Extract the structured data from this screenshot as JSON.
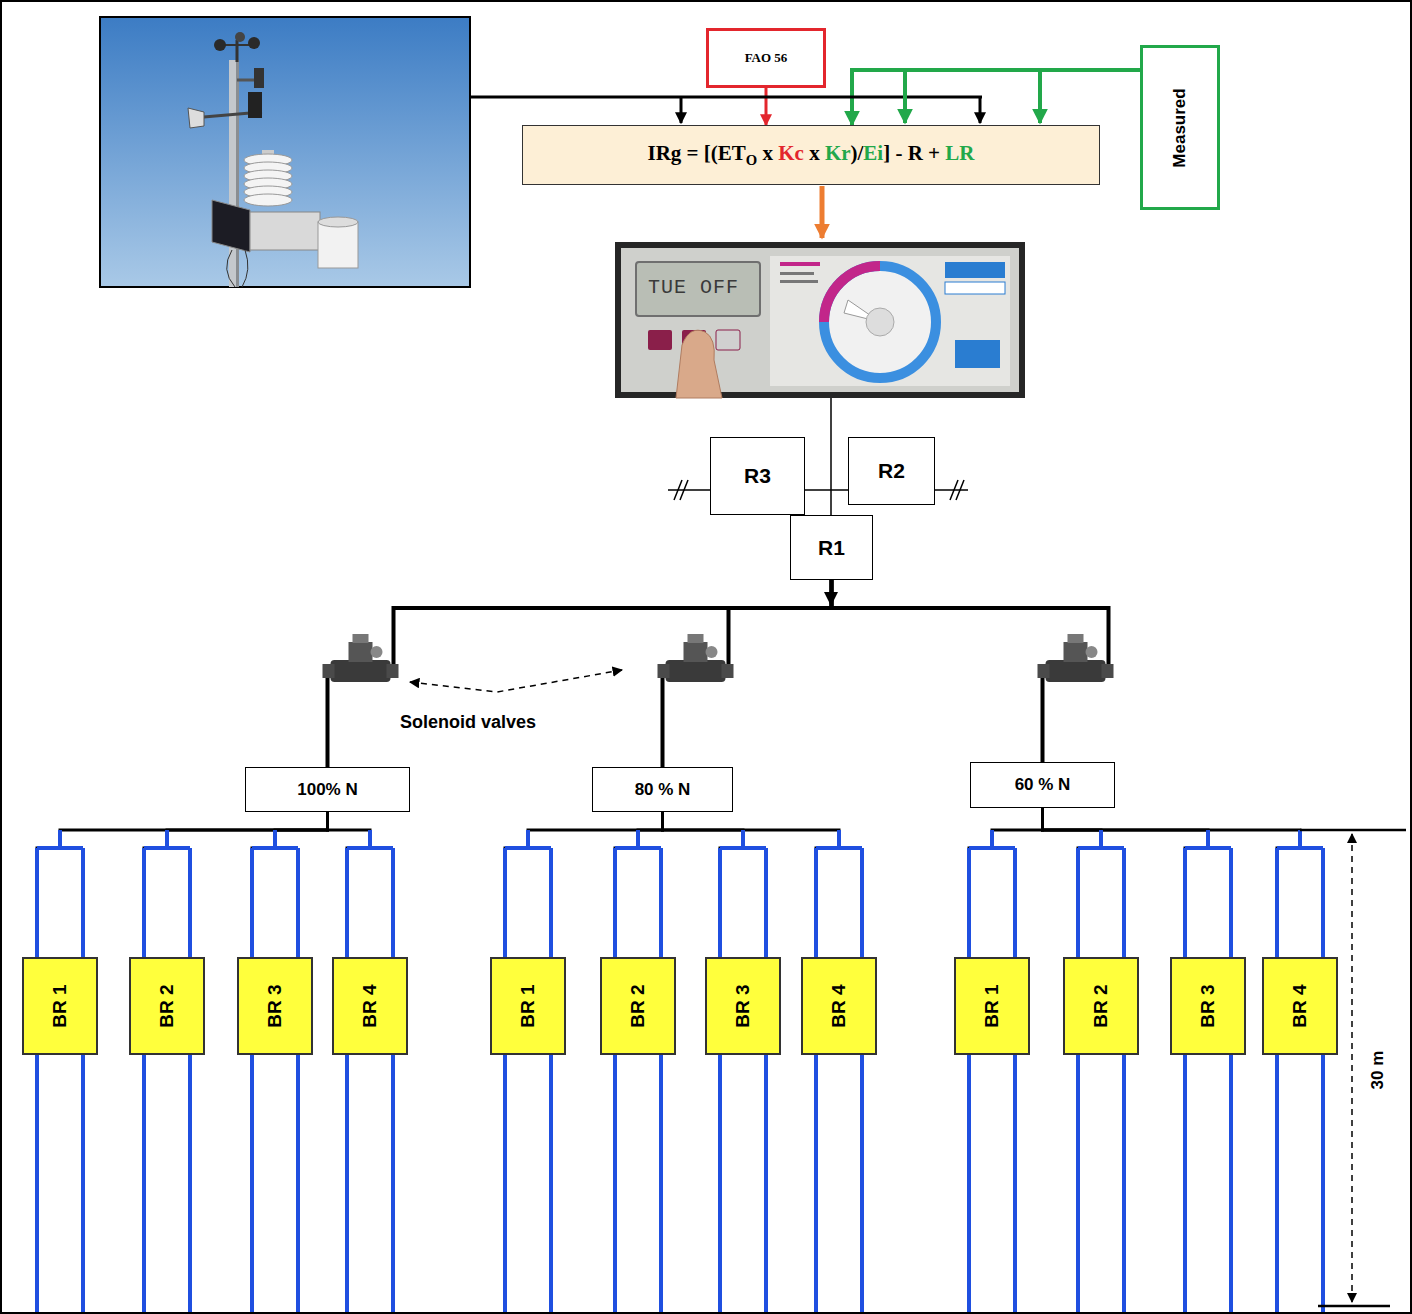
{
  "diagram": {
    "nodes": [
      {
        "text": [
          "FAO 56"
        ]
      },
      {
        "text": [
          "IRg = [(ETO x Kc x Kr)/Ei] - R + LR"
        ]
      },
      {
        "text": [
          "Measured"
        ]
      },
      {
        "text": [
          "R3"
        ]
      },
      {
        "text": [
          "R2"
        ]
      },
      {
        "text": [
          "R1"
        ]
      },
      {
        "text": [
          "100% N"
        ]
      },
      {
        "text": [
          "80 % N"
        ]
      },
      {
        "text": [
          "60 % N"
        ]
      },
      {
        "text": [
          "BR 1"
        ]
      },
      {
        "text": [
          "BR 2"
        ]
      },
      {
        "text": [
          "BR 3"
        ]
      },
      {
        "text": [
          "BR 4"
        ]
      },
      {
        "text": [
          "BR 1"
        ]
      },
      {
        "text": [
          "BR 2"
        ]
      },
      {
        "text": [
          "BR 3"
        ]
      },
      {
        "text": [
          "BR 4"
        ]
      },
      {
        "text": [
          "BR 1"
        ]
      },
      {
        "text": [
          "BR 2"
        ]
      },
      {
        "text": [
          "BR 3"
        ]
      },
      {
        "text": [
          "BR 4"
        ]
      }
    ],
    "edges": [
      {
        "from": 0,
        "to": 1,
        "arrow": "to"
      },
      {
        "from": 2,
        "to": 1,
        "arrow": "to"
      },
      {
        "from": 3,
        "to": 4,
        "arrow": "none"
      },
      {
        "from": 5,
        "to": 6,
        "arrow": "none"
      },
      {
        "from": 5,
        "to": 7,
        "arrow": "none"
      },
      {
        "from": 5,
        "to": 8,
        "arrow": "none"
      },
      {
        "from": 6,
        "to": 9,
        "arrow": "none"
      },
      {
        "from": 6,
        "to": 10,
        "arrow": "none"
      },
      {
        "from": 6,
        "to": 11,
        "arrow": "none"
      },
      {
        "from": 6,
        "to": 12,
        "arrow": "none"
      },
      {
        "from": 7,
        "to": 13,
        "arrow": "none"
      },
      {
        "from": 7,
        "to": 14,
        "arrow": "none"
      },
      {
        "from": 7,
        "to": 15,
        "arrow": "none"
      },
      {
        "from": 7,
        "to": 16,
        "arrow": "none"
      },
      {
        "from": 8,
        "to": 17,
        "arrow": "none"
      },
      {
        "from": 8,
        "to": 18,
        "arrow": "none"
      },
      {
        "from": 8,
        "to": 19,
        "arrow": "none"
      },
      {
        "from": 8,
        "to": 20,
        "arrow": "none"
      }
    ],
    "labels": [
      "TUE OFF",
      "Solenoid valves",
      "30 m"
    ]
  }
}
